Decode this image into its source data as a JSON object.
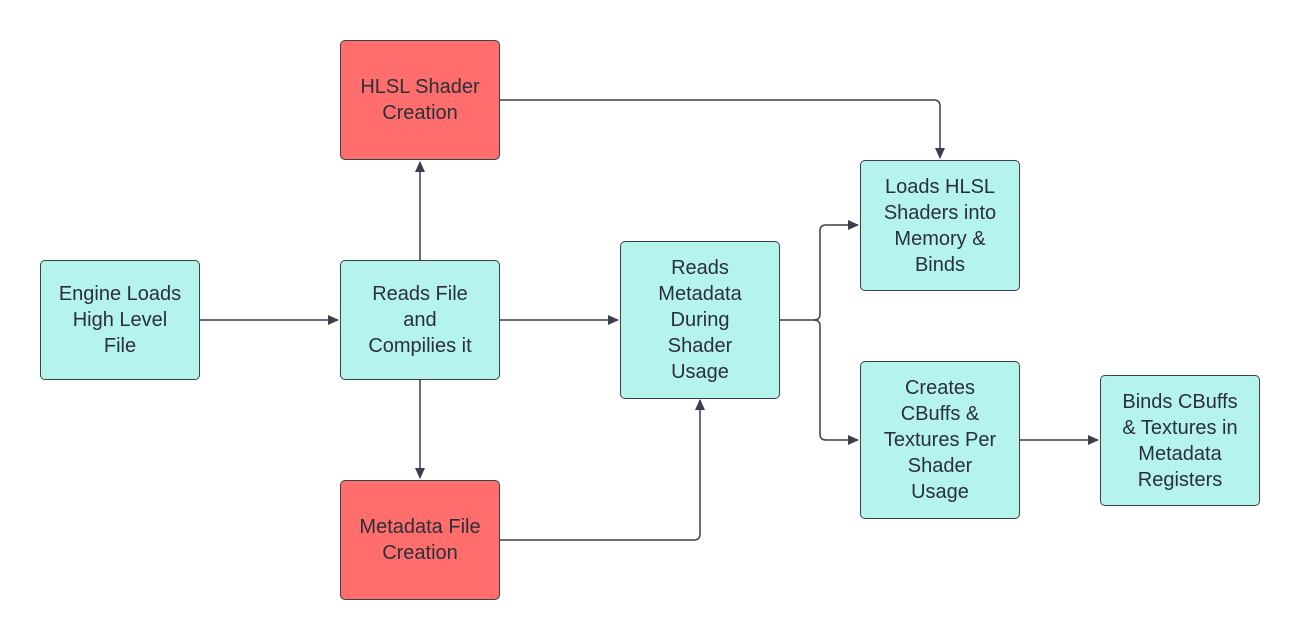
{
  "colors": {
    "process_fill": "#b4f4ec",
    "output_fill": "#ff6e6c",
    "stroke": "#3a3f4b",
    "text": "#2b2f3a"
  },
  "nodes": {
    "engine_loads": {
      "label": "Engine Loads\nHigh Level\nFile"
    },
    "reads_file": {
      "label": "Reads File\nand\nCompilies it"
    },
    "hlsl_creation": {
      "label": "HLSL Shader\nCreation"
    },
    "metadata_creation": {
      "label": "Metadata File\nCreation"
    },
    "reads_metadata": {
      "label": "Reads\nMetadata\nDuring\nShader\nUsage"
    },
    "loads_hlsl": {
      "label": "Loads HLSL\nShaders into\nMemory &\nBinds"
    },
    "creates_cbuffs": {
      "label": "Creates\nCBuffs &\nTextures Per\nShader\nUsage"
    },
    "binds_cbuffs": {
      "label": "Binds CBuffs\n& Textures in\nMetadata\nRegisters"
    }
  }
}
